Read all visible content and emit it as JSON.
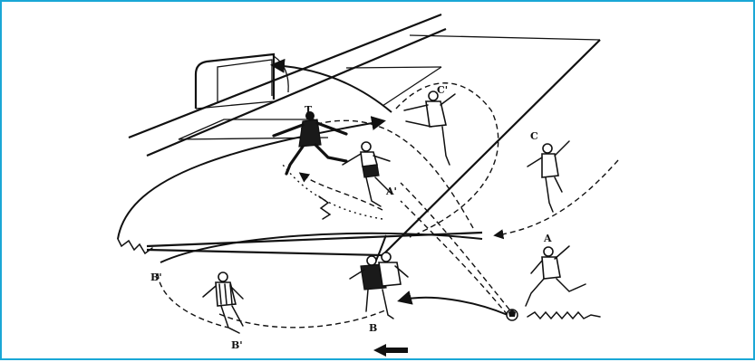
{
  "labels": {
    "A": "A",
    "A_prime": "A'",
    "B": "B",
    "B_prime_left": "B'",
    "B_prime_bottom": "B'",
    "C": "C",
    "C_prime": "C'",
    "T": "T"
  },
  "colors": {
    "frame_border": "#1aa7d6",
    "ink": "#111111"
  }
}
